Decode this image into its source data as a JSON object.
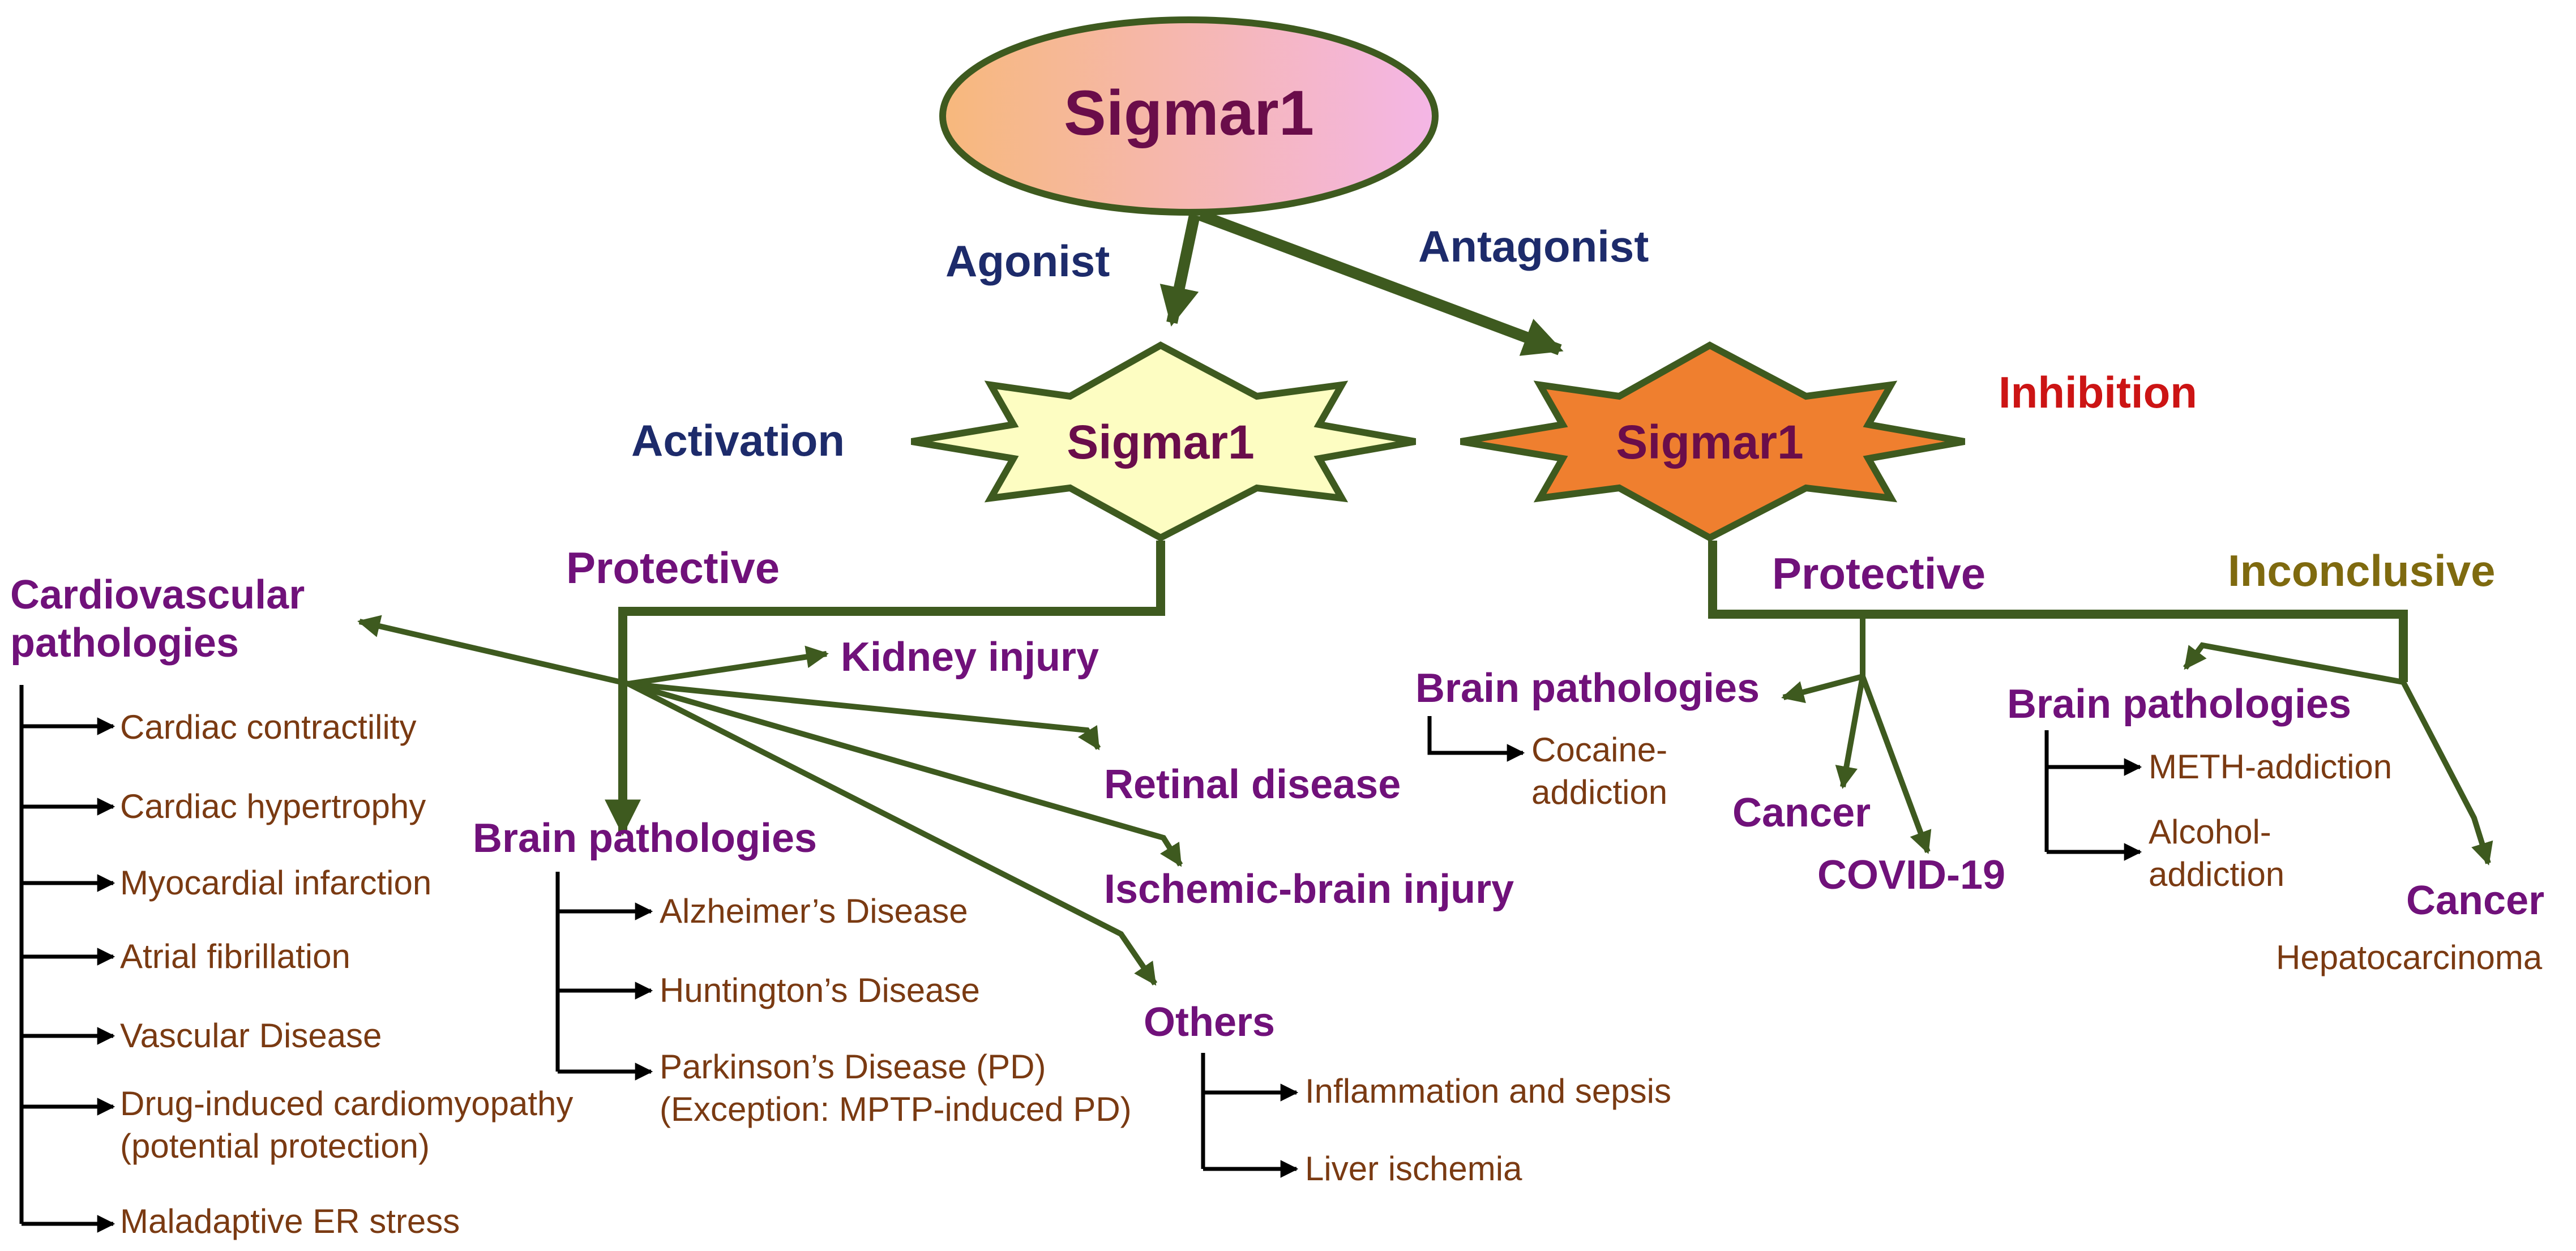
{
  "colors": {
    "connector_green": "#3e5a1f",
    "bracket_black": "#000000",
    "heading_purple": "#70117a",
    "item_brown": "#7a3a12",
    "agonist_navy": "#1d2b6b",
    "inhibition_red": "#cc1414",
    "inconclusive_olive": "#7f6a0f",
    "ellipse_gradient_start": "#f7b87c",
    "ellipse_gradient_end": "#f4b6e6",
    "activation_star_fill": "#fdfdc2",
    "inhibition_star_fill": "#ef7f2f"
  },
  "top": {
    "label": "Sigmar1"
  },
  "arrows": {
    "agonist": "Agonist",
    "antagonist": "Antagonist"
  },
  "activation": {
    "label": "Activation",
    "node": "Sigmar1",
    "effect": "Protective"
  },
  "inhibition": {
    "label": "Inhibition",
    "node": "Sigmar1",
    "effect_protective": "Protective",
    "effect_inconclusive": "Inconclusive"
  },
  "cardio": {
    "title_line1": "Cardiovascular",
    "title_line2": "pathologies",
    "items": [
      "Cardiac contractility",
      "Cardiac hypertrophy",
      "Myocardial infarction",
      "Atrial fibrillation",
      "Vascular Disease",
      "Drug-induced cardiomyopathy",
      "(potential protection)",
      "Maladaptive ER stress"
    ]
  },
  "act_brain": {
    "title": "Brain pathologies",
    "items": [
      "Alzheimer’s Disease",
      "Huntington’s Disease",
      "Parkinson’s Disease (PD)",
      "(Exception: MPTP-induced PD)"
    ]
  },
  "act_other_targets": {
    "kidney": "Kidney injury",
    "retinal": "Retinal disease",
    "ischemic": "Ischemic-brain injury",
    "others": "Others",
    "others_items": [
      "Inflammation and sepsis",
      "Liver ischemia"
    ]
  },
  "inh_protective": {
    "brain_title": "Brain pathologies",
    "brain_items": [
      "Cocaine-",
      "addiction"
    ],
    "cancer": "Cancer",
    "covid": "COVID-19"
  },
  "inh_inconclusive": {
    "brain_title": "Brain pathologies",
    "brain_items": [
      "METH-addiction",
      "Alcohol-",
      "addiction"
    ],
    "cancer": "Cancer",
    "cancer_item": "Hepatocarcinoma"
  }
}
